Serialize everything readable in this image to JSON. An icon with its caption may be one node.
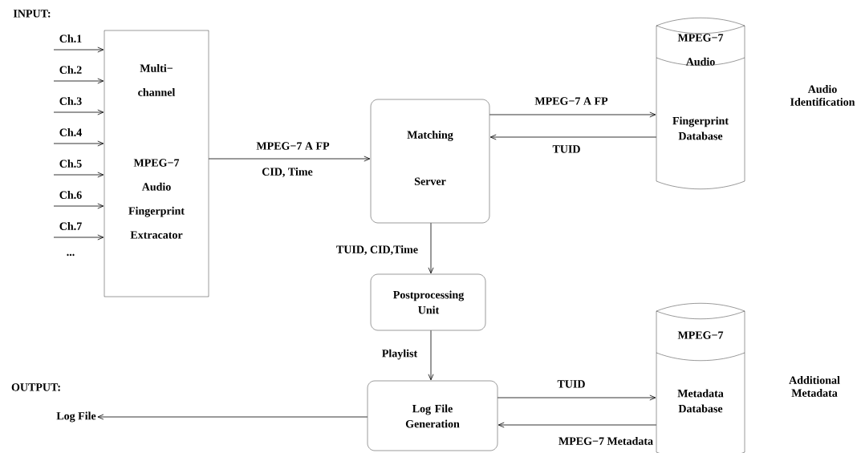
{
  "diagram": {
    "nodes": [
      {
        "text": [
          "Multi− channel",
          "MPEG−7 Audio Fingerprint Extracator"
        ]
      },
      {
        "text": [
          "Matching Server"
        ]
      },
      {
        "text": [
          "MPEG−7 Audio",
          "Fingerprint Database"
        ],
        "beside": [
          "Audio Identification"
        ]
      },
      {
        "text": [
          "Postprocessing Unit"
        ]
      },
      {
        "text": [
          "Log File Generation"
        ]
      },
      {
        "text": [
          "MPEG−7",
          "Metadata Database"
        ],
        "beside": [
          "Additional Metadata"
        ]
      },
      {
        "text": [
          "Log File"
        ]
      }
    ],
    "edges": [
      {
        "from": null,
        "to": 0,
        "arrow": "to",
        "label": "Ch.1"
      },
      {
        "from": null,
        "to": 0,
        "arrow": "to",
        "label": "Ch.2"
      },
      {
        "from": null,
        "to": 0,
        "arrow": "to",
        "label": "Ch.3"
      },
      {
        "from": null,
        "to": 0,
        "arrow": "to",
        "label": "Ch.4"
      },
      {
        "from": null,
        "to": 0,
        "arrow": "to",
        "label": "Ch.5"
      },
      {
        "from": null,
        "to": 0,
        "arrow": "to",
        "label": "Ch.6"
      },
      {
        "from": null,
        "to": 0,
        "arrow": "to",
        "label": "Ch.7"
      },
      {
        "from": 0,
        "to": 1,
        "arrow": "to",
        "label": "MPEG−7 A FP"
      },
      {
        "from": 1,
        "to": 2,
        "arrow": "to",
        "label": "MPEG−7 A FP"
      },
      {
        "from": 2,
        "to": 1,
        "arrow": "to",
        "label": "TUID"
      },
      {
        "from": 1,
        "to": 3,
        "arrow": "to",
        "label": "TUID, CID,Time"
      },
      {
        "from": 3,
        "to": 4,
        "arrow": "to",
        "label": "Playlist"
      },
      {
        "from": 4,
        "to": 5,
        "arrow": "to",
        "label": "TUID"
      },
      {
        "from": 5,
        "to": 4,
        "arrow": "to",
        "label": "MPEG−7 Metadata"
      },
      {
        "from": 4,
        "to": 6,
        "arrow": "to"
      }
    ],
    "labels": [
      "INPUT:",
      "...",
      "CID, Time",
      "OUTPUT:"
    ]
  }
}
